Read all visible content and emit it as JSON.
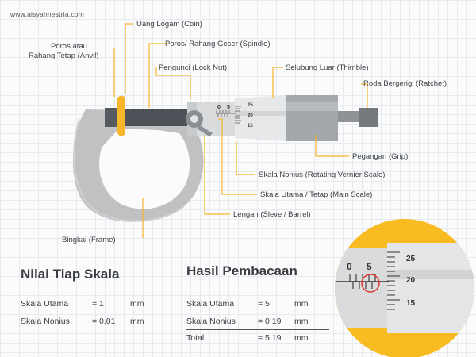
{
  "site": "www.aisyahnestria.com",
  "labels": {
    "coin": "Uang Logam (Coin)",
    "anvil_line1": "Poros atau",
    "anvil_line2": "Rahang Tetap (Anvil)",
    "spindle": "Poros/ Rahang Geser (Spindle)",
    "lock_nut": "Pengunci (Lock Nut)",
    "thimble": "Selubung Luar (Thimble)",
    "ratchet": "Roda Bergerigi (Ratchet)",
    "grip": "Pegangan (Grip)",
    "vernier": "Skala Nonius (Rotating Vernier Scale)",
    "main_scale": "Skala Utama / Tetap (Main Scale)",
    "sleeve": "Lengan (Sleve / Barrel)",
    "frame": "Bingkai (Frame)"
  },
  "instrument_scale": {
    "zero": "0",
    "five": "5",
    "t25": "25",
    "t20": "20",
    "t15": "15"
  },
  "zoom_scale": {
    "zero": "0",
    "five": "5",
    "t25": "25",
    "t20": "20",
    "t15": "15"
  },
  "nilai": {
    "title": "Nilai Tiap Skala",
    "rows": [
      {
        "label": "Skala Utama",
        "eq": "= 1",
        "unit": "mm"
      },
      {
        "label": "Skala Nonius",
        "eq": "= 0,01",
        "unit": "mm"
      }
    ]
  },
  "hasil": {
    "title": "Hasil Pembacaan",
    "rows": [
      {
        "label": "Skala Utama",
        "eq": "= 5",
        "unit": "mm"
      },
      {
        "label": "Skala Nonius",
        "eq": "= 0,19",
        "unit": "mm"
      },
      {
        "label": "Total",
        "eq": "= 5,19",
        "unit": "mm"
      }
    ]
  },
  "colors": {
    "accent": "#f6b72a",
    "frame": "#bfc1c3",
    "zoom_bg": "#f8bb22",
    "mark": "#d9352b"
  }
}
